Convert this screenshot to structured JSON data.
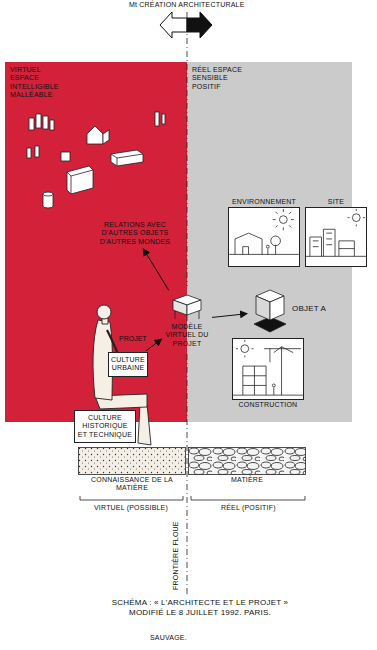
{
  "diagram": {
    "caption": "SCHÉMA : « L'ARCHITECTE ET LE PROJET » MODIFIÉ LE 8 JUILLET 1992. PARIS.",
    "nodes": [
      {
        "text": [
          "VIRTUEL ESPACE INTELLIGIBLE MALLÉABLE"
        ]
      },
      {
        "text": [
          "RÉEL ESPACE SENSIBLE POSITIF"
        ]
      },
      {
        "text": [
          "RELATIONS AVEC D'AUTRES OBJETS D'AUTRES MONDES"
        ],
        "in": 0
      },
      {
        "text": [
          "ENVIRONNEMENT"
        ],
        "in": 1
      },
      {
        "text": [
          "SITE"
        ],
        "in": 1
      },
      {
        "text": [
          "MODÈLE VIRTUEL DU PROJET"
        ]
      },
      {
        "text": [
          "OBJET A"
        ],
        "in": 1
      },
      {
        "text": [
          "CULTURE URBAINE"
        ]
      },
      {
        "text": [
          "CONSTRUCTION"
        ],
        "in": 1
      },
      {
        "text": [
          "CULTURE HISTORIQUE ET TECHNIQUE"
        ]
      },
      {
        "text": [
          "CONNAISSANCE DE LA MATIÈRE"
        ]
      },
      {
        "text": [
          "MATIÈRE"
        ]
      }
    ],
    "edges": [
      {
        "from": 7,
        "to": 5,
        "label": "PROJET",
        "arrow": "to"
      },
      {
        "from": 5,
        "to": 2,
        "arrow": "to"
      },
      {
        "from": 5,
        "to": 6,
        "arrow": "to"
      }
    ],
    "labels": [
      "Mt CRÉATION ARCHITECTURALE",
      "VIRTUEL (POSSIBLE)",
      "RÉEL (POSITIF)",
      "FRONTIÈRE FLOUE",
      "SAUVAGE."
    ]
  }
}
